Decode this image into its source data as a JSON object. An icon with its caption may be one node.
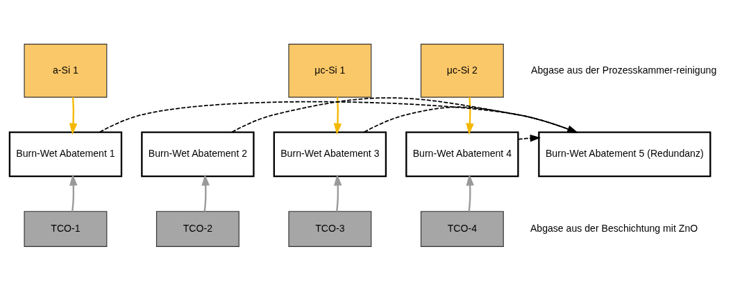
{
  "diagram": {
    "nodes": [
      {
        "text": [
          "a-Si 1"
        ]
      },
      {
        "text": [
          "μc-Si 1"
        ]
      },
      {
        "text": [
          "μc-Si 2"
        ]
      },
      {
        "text": [
          "Burn-Wet Abatement 1"
        ]
      },
      {
        "text": [
          "Burn-Wet Abatement 2"
        ]
      },
      {
        "text": [
          "Burn-Wet Abatement 3"
        ]
      },
      {
        "text": [
          "Burn-Wet Abatement 4"
        ]
      },
      {
        "text": [
          "Burn-Wet Abatement 5 (Redundanz)"
        ]
      },
      {
        "text": [
          "TCO-1"
        ]
      },
      {
        "text": [
          "TCO-2"
        ]
      },
      {
        "text": [
          "TCO-3"
        ]
      },
      {
        "text": [
          "TCO-4"
        ]
      }
    ],
    "edges": [
      {
        "from": 0,
        "to": 3,
        "arrow": "to",
        "color": "#f5b800"
      },
      {
        "from": 1,
        "to": 5,
        "arrow": "to",
        "color": "#f5b800"
      },
      {
        "from": 2,
        "to": 6,
        "arrow": "to",
        "color": "#f5b800"
      },
      {
        "from": 3,
        "to": 7,
        "arrow": "to",
        "style": "dashed"
      },
      {
        "from": 4,
        "to": 7,
        "arrow": "to",
        "style": "dashed"
      },
      {
        "from": 5,
        "to": 7,
        "arrow": "to",
        "style": "dashed"
      },
      {
        "from": 6,
        "to": 7,
        "arrow": "to",
        "style": "dashed"
      },
      {
        "from": 8,
        "to": 3,
        "arrow": "to",
        "color": "#999999"
      },
      {
        "from": 9,
        "to": 4,
        "arrow": "to",
        "color": "#999999"
      },
      {
        "from": 10,
        "to": 5,
        "arrow": "to",
        "color": "#999999"
      },
      {
        "from": 11,
        "to": 6,
        "arrow": "to",
        "color": "#999999"
      }
    ],
    "labels": [
      "Abgase aus der Prozesskammer-reinigung",
      "Abgase aus der Beschichtung mit ZnO"
    ]
  }
}
